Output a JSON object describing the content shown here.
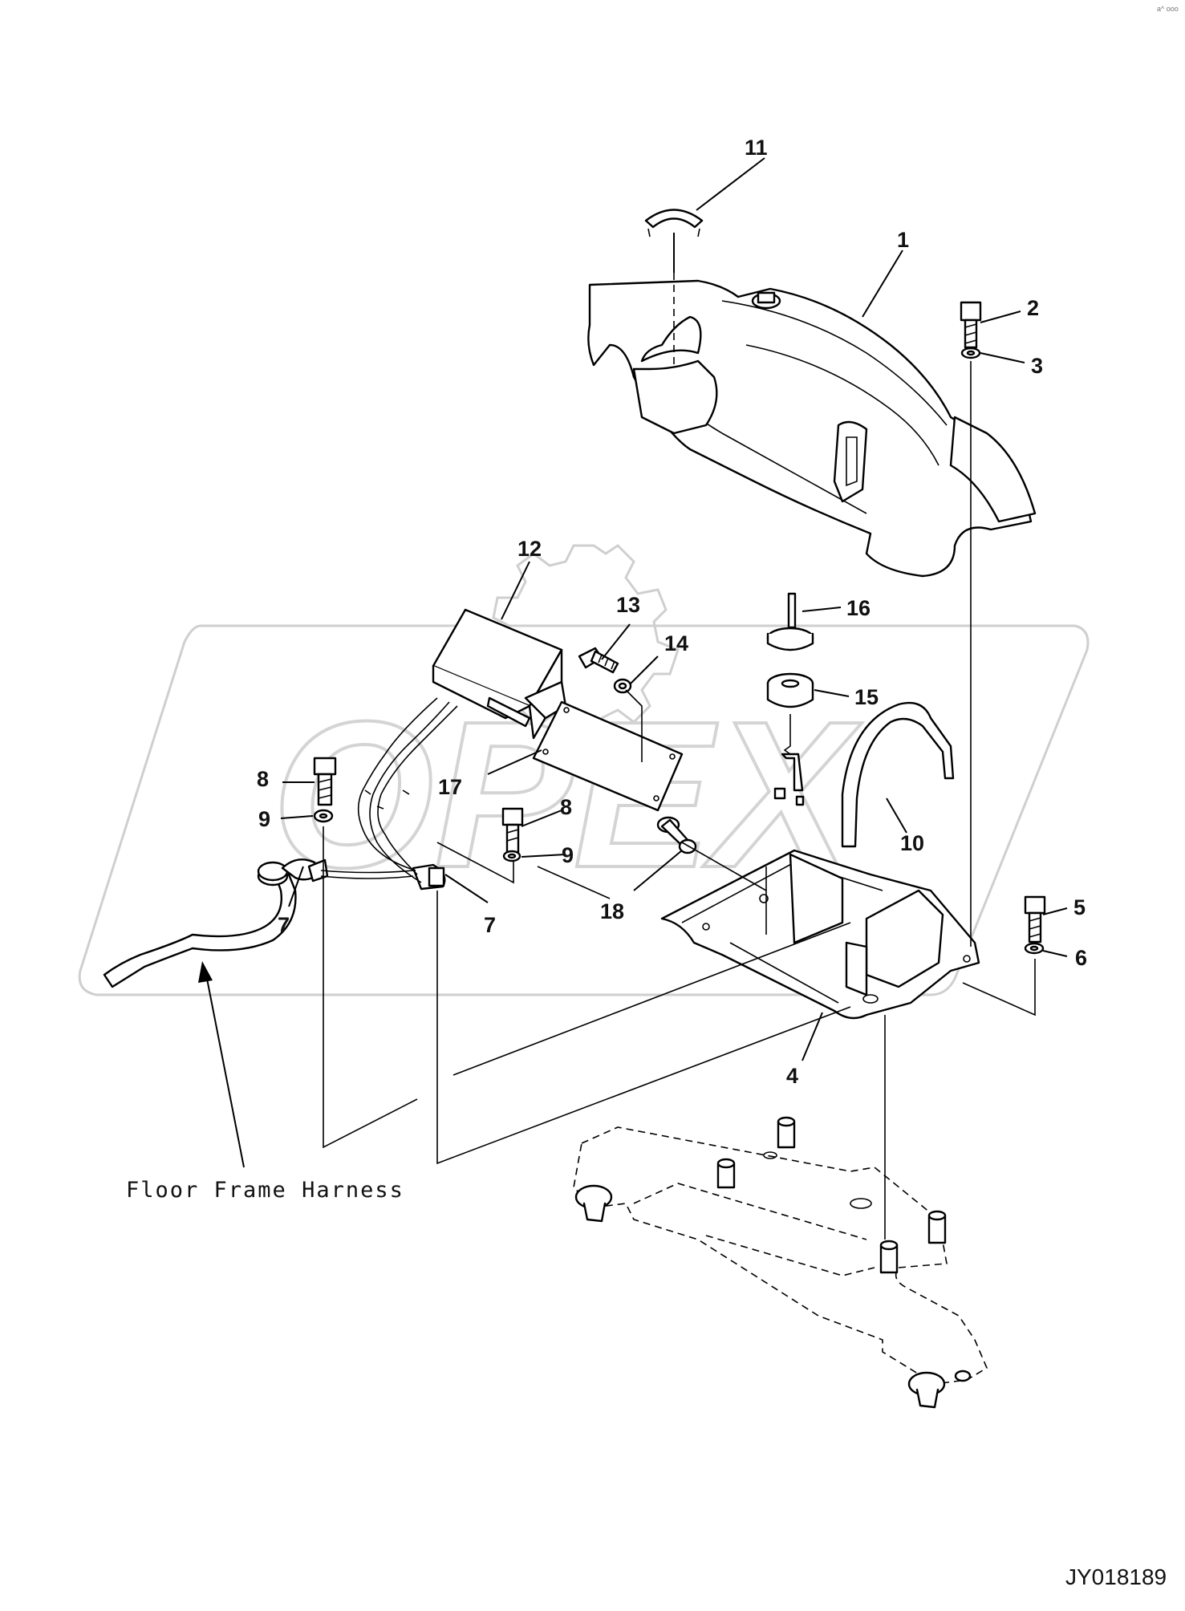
{
  "corner_mark": "a^ ooo",
  "drawing_code": "JY018189",
  "harness_label": "Floor Frame Harness",
  "watermark_text": "OPEX",
  "colors": {
    "line": "#000000",
    "watermark": "#cfcfcf",
    "background": "#ffffff"
  },
  "callouts": {
    "c1": "1",
    "c2": "2",
    "c3": "3",
    "c4": "4",
    "c5": "5",
    "c6": "6",
    "c7a": "7",
    "c7b": "7",
    "c8a": "8",
    "c8b": "8",
    "c9a": "9",
    "c9b": "9",
    "c10": "10",
    "c11": "11",
    "c12": "12",
    "c13": "13",
    "c14": "14",
    "c15": "15",
    "c16": "16",
    "c17": "17",
    "c18": "18"
  }
}
